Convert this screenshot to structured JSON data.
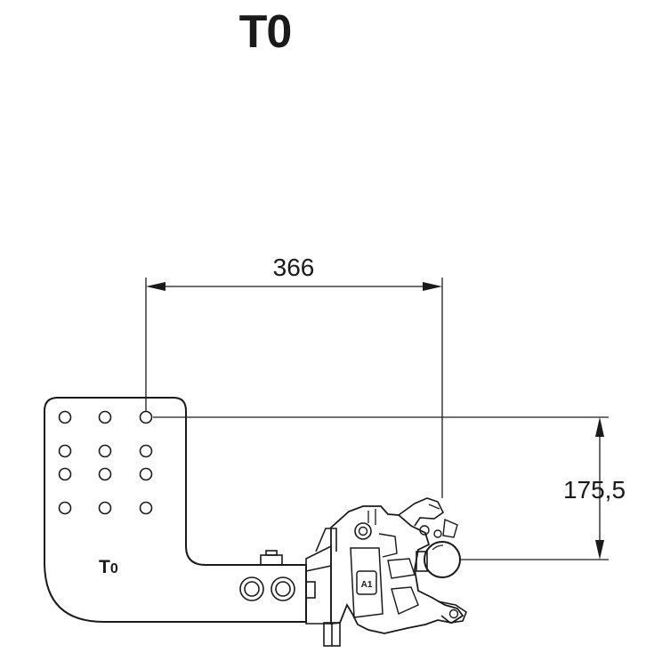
{
  "title": "T0",
  "dimensions": {
    "horizontal": "366",
    "vertical": "175,5"
  },
  "plate": {
    "label_main": "T",
    "label_sub": "0"
  },
  "coupling": {
    "badge": "A1"
  },
  "colors": {
    "line": "#1a1a1a",
    "background": "#ffffff"
  }
}
